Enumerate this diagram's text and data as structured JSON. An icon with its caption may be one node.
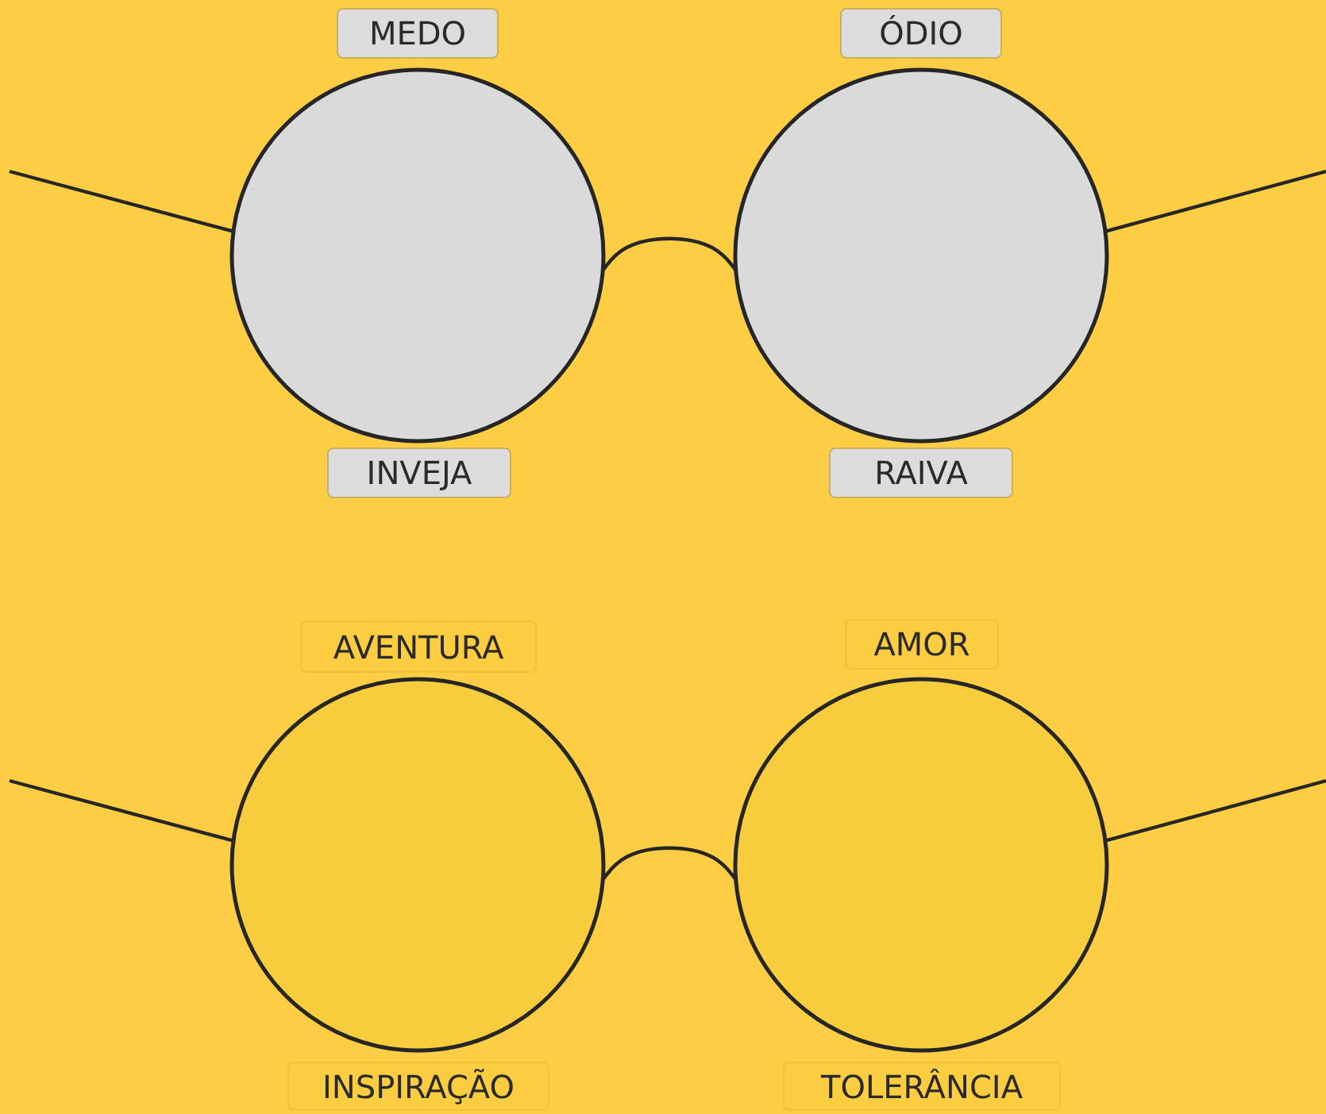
{
  "diagram": {
    "nodes": [
      {
        "text": [
          "MEDO"
        ]
      },
      {
        "text": [
          "ÓDIO"
        ]
      },
      {
        "text": [],
        "shape": "circle"
      },
      {
        "text": [],
        "shape": "circle"
      },
      {
        "text": [
          "INVEJA"
        ]
      },
      {
        "text": [
          "RAIVA"
        ]
      },
      {
        "text": [
          "AVENTURA"
        ]
      },
      {
        "text": [
          "AMOR"
        ]
      },
      {
        "text": [],
        "shape": "circle"
      },
      {
        "text": [],
        "shape": "circle"
      },
      {
        "text": [
          "INSPIRAÇÃO"
        ]
      },
      {
        "text": [
          "TOLERÂNCIA"
        ]
      }
    ],
    "edges": [
      {
        "from": 2,
        "to": 3,
        "arrow": "none"
      },
      {
        "from": 2,
        "to": null,
        "arrow": "none"
      },
      {
        "from": 3,
        "to": null,
        "arrow": "none"
      },
      {
        "from": 8,
        "to": 9,
        "arrow": "none"
      },
      {
        "from": 8,
        "to": null,
        "arrow": "none"
      },
      {
        "from": 9,
        "to": null,
        "arrow": "none"
      }
    ]
  }
}
